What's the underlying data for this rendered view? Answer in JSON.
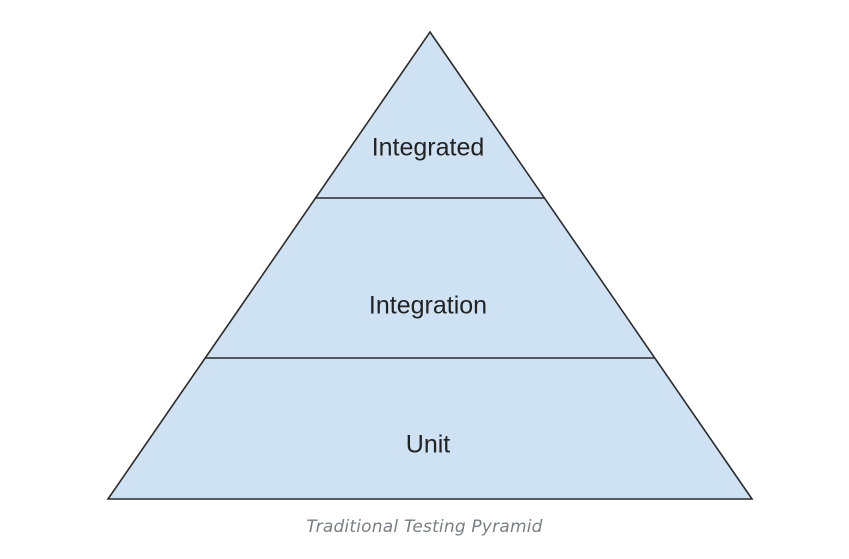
{
  "diagram": {
    "tiers": [
      {
        "label": "Integrated"
      },
      {
        "label": "Integration"
      },
      {
        "label": "Unit"
      }
    ],
    "fill_color": "#cfe2f3",
    "stroke_color": "#2b2b2b",
    "text_color": "#222222"
  },
  "caption": "Traditional Testing Pyramid"
}
